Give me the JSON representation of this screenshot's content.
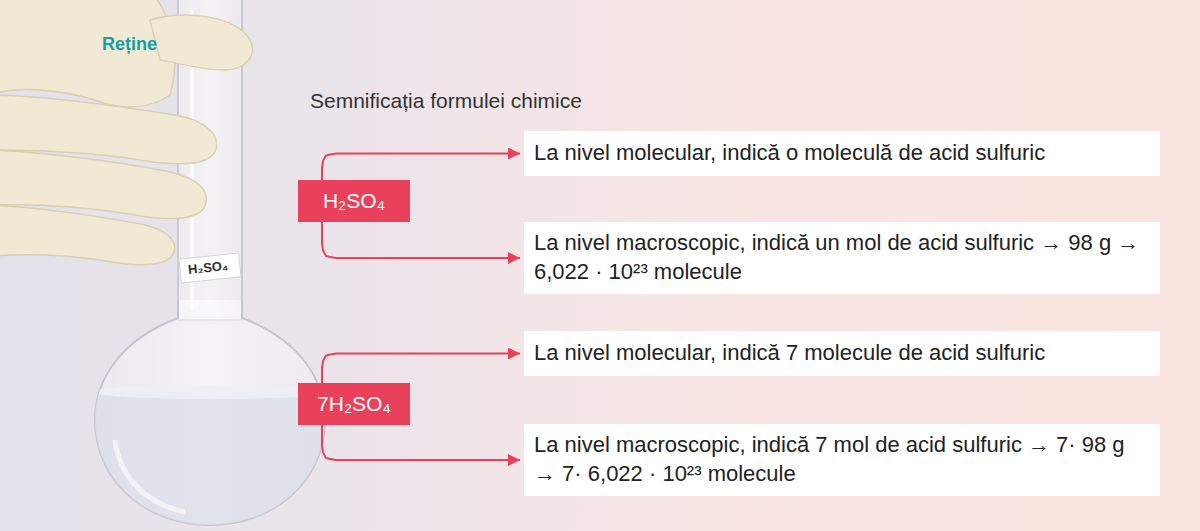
{
  "diagram": {
    "title": "Semnificația formulei chimice",
    "nodes": [
      {
        "text": [
          "H₂SO₄"
        ]
      },
      {
        "text": [
          "La nivel molecular, indică o moleculă de acid sulfuric"
        ]
      },
      {
        "text": [
          "La nivel macroscopic, indică un mol de acid sulfuric → 98 g → 6,022 · 10²³ molecule"
        ]
      },
      {
        "text": [
          "7H₂SO₄"
        ]
      },
      {
        "text": [
          "La nivel molecular, indică 7 molecule de acid sulfuric"
        ]
      },
      {
        "text": [
          "La nivel macroscopic, indică 7 mol de acid sulfuric → 7· 98 g → 7· 6,022 · 10²³ molecule"
        ]
      }
    ],
    "edges": [
      {
        "from": 0,
        "to": 1,
        "arrow": "to"
      },
      {
        "from": 0,
        "to": 2,
        "arrow": "to"
      },
      {
        "from": 3,
        "to": 4,
        "arrow": "to"
      },
      {
        "from": 3,
        "to": 5,
        "arrow": "to"
      }
    ],
    "labels": [
      "Reține",
      "H₂SO₄"
    ]
  }
}
